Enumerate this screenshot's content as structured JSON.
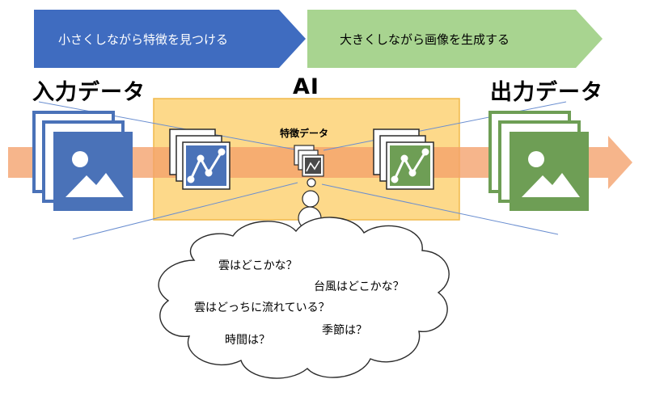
{
  "banners": {
    "encode_text": "小さくしながら特徴を見つける",
    "decode_text": "大きくしながら画像を生成する",
    "encode_color": "#3f6cc0",
    "decode_color": "#a8d490"
  },
  "labels": {
    "input": "入力データ",
    "ai": "AI",
    "output": "出力データ",
    "features": "特徴データ"
  },
  "thoughts": [
    "雲はどこかな？",
    "台風はどこかな？",
    "雲はどっちに流れている？",
    "季節は？",
    "時間は？"
  ],
  "colors": {
    "input_card": "#4a72b8",
    "output_card": "#6e9e55",
    "flow_arrow": "#f4a06a",
    "ai_box": "#fdd98a",
    "ai_box_border": "#f0b94a"
  }
}
